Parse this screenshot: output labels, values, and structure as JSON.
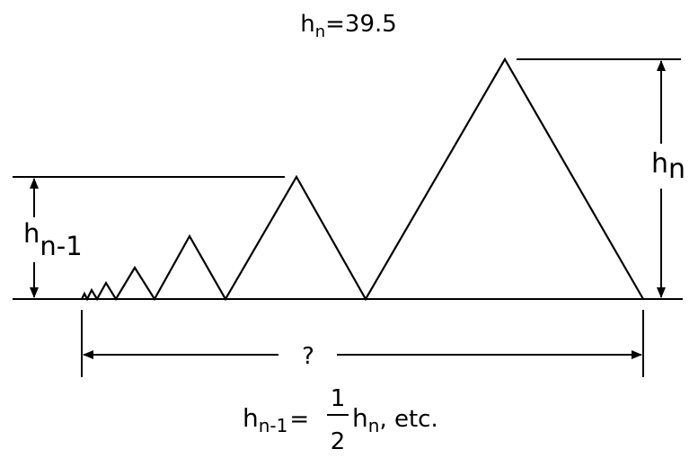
{
  "title": {
    "symbol": "h",
    "subscript": "n",
    "equals": "=",
    "value": "39.5"
  },
  "labels": {
    "h_n": {
      "symbol": "h",
      "subscript": "n"
    },
    "h_n_minus_1": {
      "symbol": "h",
      "subscript": "n-1"
    },
    "unknown_length": "?"
  },
  "formula": {
    "lhs_symbol": "h",
    "lhs_subscript": "n-1",
    "equals": "=",
    "numerator": "1",
    "denominator": "2",
    "rhs_symbol": "h",
    "rhs_subscript": "n",
    "suffix": ", etc."
  },
  "colors": {
    "stroke": "#000000",
    "background": "#ffffff"
  }
}
